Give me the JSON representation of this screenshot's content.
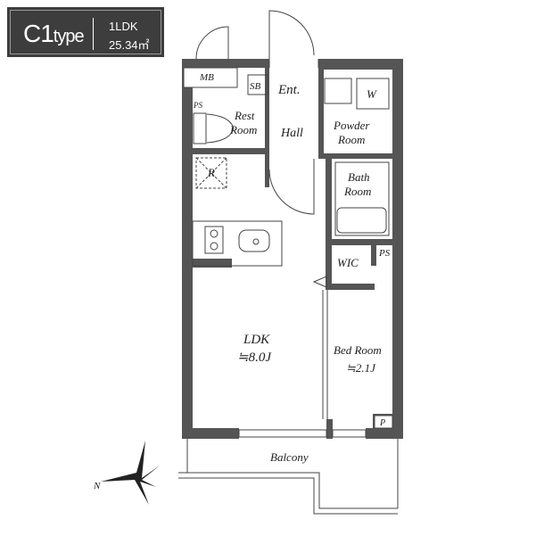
{
  "badge": {
    "type_code": "C1",
    "type_word": "type",
    "layout": "1LDK",
    "area": "25.34㎡"
  },
  "rooms": {
    "mb": "MB",
    "sb": "SB",
    "entrance": "Ent.",
    "ps_top": "PS",
    "rest_room_1": "Rest",
    "rest_room_2": "Room",
    "hall": "Hall",
    "powder_room_1": "Powder",
    "powder_room_2": "Room",
    "washer": "W",
    "refrigerator": "R",
    "bath_room_1": "Bath",
    "bath_room_2": "Room",
    "wic": "WIC",
    "ps_right": "PS",
    "ldk": "LDK",
    "ldk_size": "≒8.0J",
    "bed_room": "Bed Room",
    "bed_room_size": "≒2.1J",
    "pipe": "P",
    "balcony": "Balcony",
    "north": "N"
  },
  "colors": {
    "wall": "#555555",
    "badge": "#3d3d3d"
  }
}
